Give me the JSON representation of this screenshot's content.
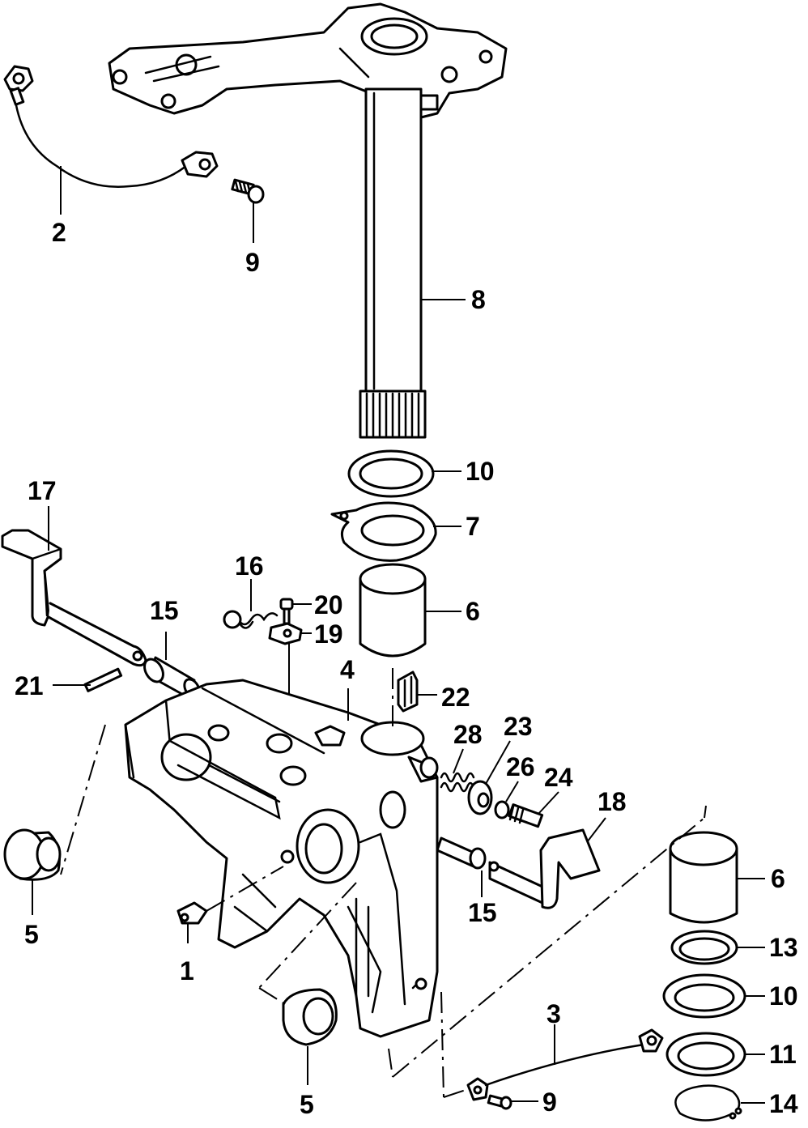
{
  "callouts": {
    "c1": "1",
    "c2": "2",
    "c3": "3",
    "c4": "4",
    "c5a": "5",
    "c5b": "5",
    "c6a": "6",
    "c6b": "6",
    "c7": "7",
    "c8": "8",
    "c9a": "9",
    "c9b": "9",
    "c10a": "10",
    "c10b": "10",
    "c11": "11",
    "c13": "13",
    "c14": "14",
    "c15a": "15",
    "c15b": "15",
    "c16": "16",
    "c17": "17",
    "c18": "18",
    "c19": "19",
    "c20": "20",
    "c21": "21",
    "c22": "22",
    "c23": "23",
    "c24": "24",
    "c26": "26",
    "c28": "28"
  }
}
